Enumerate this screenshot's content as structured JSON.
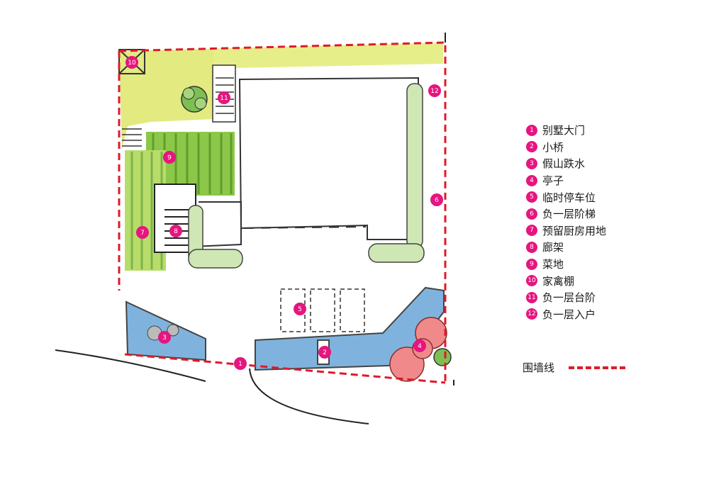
{
  "legend": {
    "items": [
      {
        "num": "1",
        "label": "别墅大门"
      },
      {
        "num": "2",
        "label": "小桥"
      },
      {
        "num": "3",
        "label": "假山跌水"
      },
      {
        "num": "4",
        "label": "亭子"
      },
      {
        "num": "5",
        "label": "临时停车位"
      },
      {
        "num": "6",
        "label": "负一层阶梯"
      },
      {
        "num": "7",
        "label": "预留厨房用地"
      },
      {
        "num": "8",
        "label": "廊架"
      },
      {
        "num": "9",
        "label": "菜地"
      },
      {
        "num": "10",
        "label": "家禽棚"
      },
      {
        "num": "11",
        "label": "负一层台阶"
      },
      {
        "num": "12",
        "label": "负一层入户"
      }
    ],
    "wall_label": "围墙线"
  },
  "colors": {
    "marker": "#e6157f",
    "wall_line": "#e0192a",
    "lawn_yellow": "#e6ee8a",
    "garden_green": "#8cc74a",
    "water": "#7fb3dd",
    "pavilion": "#f08a8a"
  }
}
